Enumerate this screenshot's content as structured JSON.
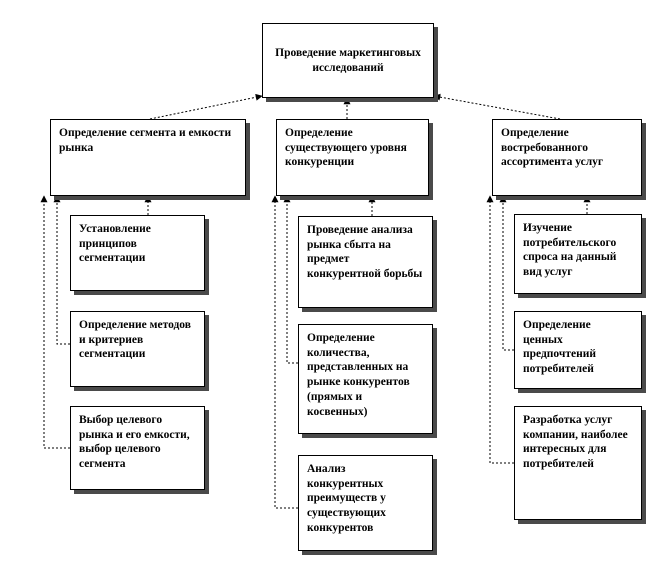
{
  "root": {
    "label": "Проведение маркетинговых исследований"
  },
  "columns": [
    {
      "header": "Определение сегмента и емкости рынка",
      "items": [
        "Установление принципов сегментации",
        "Определение методов и критериев сегментации",
        "Выбор целевого рынка и его емкости, выбор целевого сегмента"
      ]
    },
    {
      "header": "Определение существующего уровня конкуренции",
      "items": [
        "Проведение анализа рынка сбыта на предмет конкурентной борьбы",
        "Определение количества, представленных на рынке конкурентов (прямых и косвенных)",
        "Анализ конкурентных преимуществ у существующих конкурентов"
      ]
    },
    {
      "header": "Определение востребованного ассортимента услуг",
      "items": [
        "Изучение потребительского спроса на данный вид услуг",
        "Определение ценных предпочтений потребителей",
        "Разработка услуг компании, наиболее интересных для потребителей"
      ]
    }
  ]
}
